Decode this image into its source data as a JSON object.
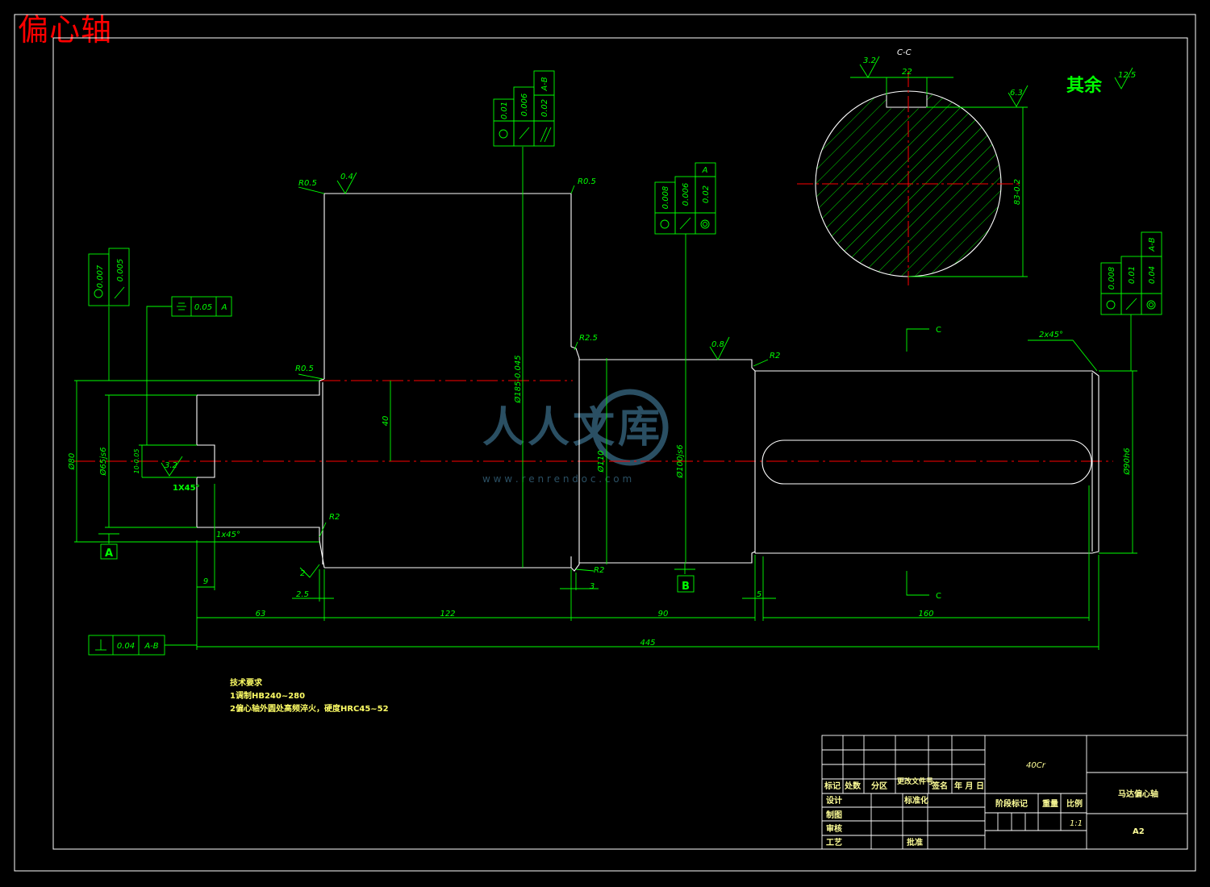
{
  "title": "偏心轴",
  "roughness_other": {
    "label": "其余",
    "value": "12.5"
  },
  "section": {
    "name": "C-C",
    "keyway_width": "22",
    "roughness_top": "3.2",
    "roughness_right": "6.3",
    "depth": "83-0.2"
  },
  "fcf": {
    "left": {
      "round": "0.007",
      "cyl": "0.005"
    },
    "symmetry": {
      "value": "0.05",
      "datum": "A"
    },
    "center": {
      "round": "0.01",
      "cyl": "0.006",
      "parallel": "0.02",
      "datum": "A-B"
    },
    "mid": {
      "round": "0.008",
      "cyl": "0.006",
      "coax": "0.02",
      "datum": "A"
    },
    "right": {
      "round": "0.008",
      "cyl": "0.01",
      "coax": "0.04",
      "datum": "A-B"
    },
    "perp": {
      "value": "0.04",
      "datum": "A-B"
    }
  },
  "datums": {
    "a": "A",
    "b": "B"
  },
  "labels": {
    "r05_a": "R0.5",
    "r05_b": "R0.5",
    "r05_c": "R0.5",
    "ra04": "0.4",
    "r25": "R2.5",
    "ra08": "0.8",
    "r2_a": "R2",
    "r2_b": "R2",
    "r2_c": "R2",
    "chamfer_right": "2x45°",
    "chamfer_left": "1x45°",
    "chamfer_small": "1X45°",
    "ra32_left": "3.2",
    "ra2": "2",
    "dia80": "Ø80",
    "dia65": "Ø65js6",
    "d_key": "10-0.05",
    "offset40": "40",
    "dia185": "Ø185-0.045",
    "dia110": "Ø110",
    "dia100": "Ø100js6",
    "dia90": "Ø90h6",
    "cut_c1": "C",
    "cut_c2": "C"
  },
  "dims": {
    "d9": "9",
    "d25": "2.5",
    "d3": "3",
    "d5": "5",
    "d63": "63",
    "d122": "122",
    "d90": "90",
    "d160": "160",
    "d445": "445"
  },
  "requirements": {
    "heading": "技术要求",
    "line1": "1调制HB240~280",
    "line2": "2偏心轴外圆处高频淬火，硬度HRC45~52"
  },
  "title_block": {
    "material": "40Cr",
    "part_name": "马达偏心轴",
    "scale": "1:1",
    "sheet": "A2",
    "cols": [
      "标记",
      "处数",
      "分区",
      "更改文件号",
      "签名",
      "年 月 日"
    ],
    "rows": [
      "设计",
      "制图",
      "审核",
      "工艺"
    ],
    "std": "标准化",
    "approve": "批准",
    "stage": "阶段标记",
    "weight": "重量",
    "ratio": "比例"
  },
  "watermark": {
    "text": "人人文库",
    "url": "w w w . r e n r e n d o c . c o m"
  },
  "colors": {
    "background": "#000000",
    "geometry": "#ffffff",
    "dimension": "#00ff00",
    "center_line": "#ff0000",
    "text": "#ffff99"
  }
}
